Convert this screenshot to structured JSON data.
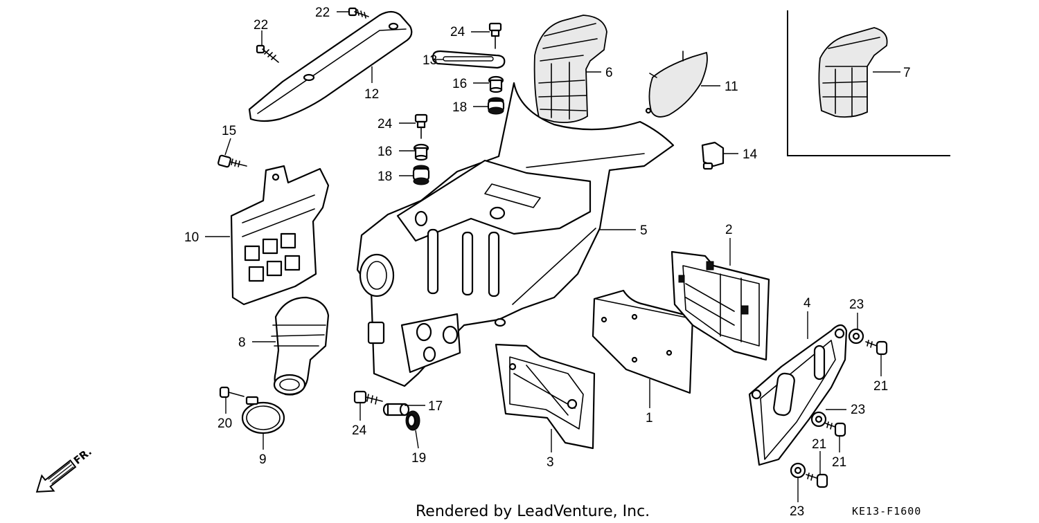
{
  "diagram": {
    "callouts": {
      "c1": "1",
      "c2": "2",
      "c3": "3",
      "c4": "4",
      "c5": "5",
      "c6": "6",
      "c7": "7",
      "c8": "8",
      "c9": "9",
      "c10": "10",
      "c11": "11",
      "c12": "12",
      "c13": "13",
      "c14": "14",
      "c15": "15",
      "c16a": "16",
      "c16b": "16",
      "c17": "17",
      "c18a": "18",
      "c18b": "18",
      "c19": "19",
      "c20": "20",
      "c21a": "21",
      "c21b": "21",
      "c21c": "21",
      "c22a": "22",
      "c22b": "22",
      "c23a": "23",
      "c23b": "23",
      "c23c": "23",
      "c24a": "24",
      "c24b": "24",
      "c24c": "24"
    },
    "direction_label": "FR.",
    "footer": "Rendered by LeadVenture, Inc.",
    "diagram_code": "KE13-F1600"
  }
}
